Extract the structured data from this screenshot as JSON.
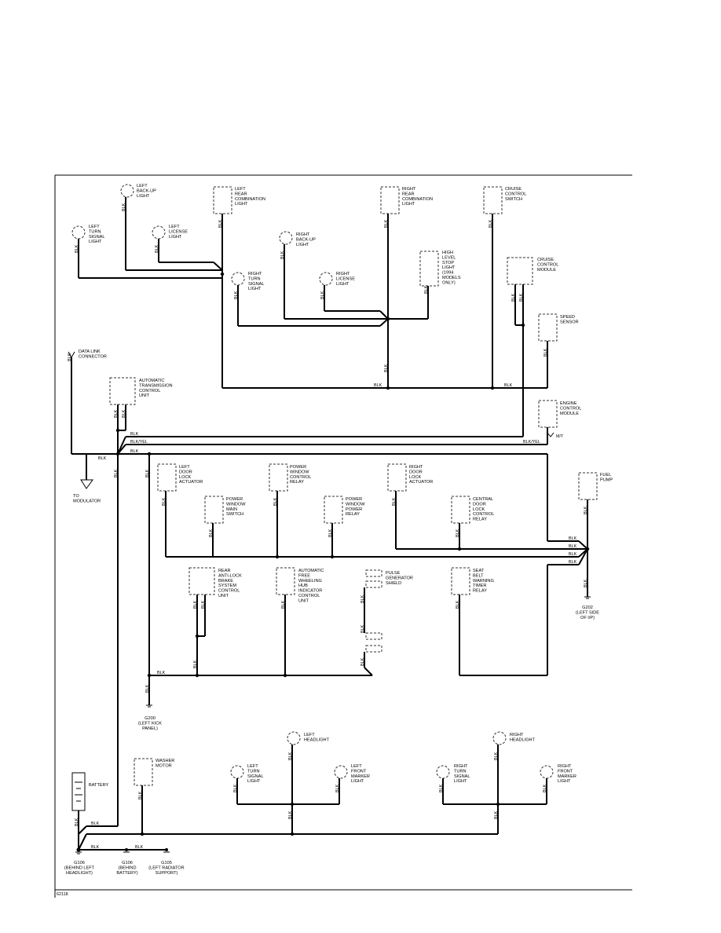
{
  "diagram_id": "62118",
  "components": {
    "left_backup_light": [
      "LEFT",
      "BACK-UP",
      "LIGHT"
    ],
    "left_rear_combination_light": [
      "LEFT",
      "REAR",
      "COMBINATION",
      "LIGHT"
    ],
    "right_rear_combination_light": [
      "RIGHT",
      "REAR",
      "COMBINATION",
      "LIGHT"
    ],
    "cruise_control_switch": [
      "CRUISE",
      "CONTROL",
      "SWITCH"
    ],
    "left_turn_signal_light_rear": [
      "LEFT",
      "TURN",
      "SIGNAL",
      "LIGHT"
    ],
    "left_license_light": [
      "LEFT",
      "LICENSE",
      "LIGHT"
    ],
    "right_backup_light": [
      "RIGHT",
      "BACK-UP",
      "LIGHT"
    ],
    "high_level_stop_light": [
      "HIGH",
      "LEVEL",
      "STOP",
      "LIGHT",
      "(1994",
      "MODELS",
      "ONLY)"
    ],
    "cruise_control_module": [
      "CRUISE",
      "CONTROL",
      "MODULE"
    ],
    "right_turn_signal_light_rear": [
      "RIGHT",
      "TURN",
      "SIGNAL",
      "LIGHT"
    ],
    "right_license_light": [
      "RIGHT",
      "LICENSE",
      "LIGHT"
    ],
    "speed_sensor": [
      "SPEED",
      "SENSOR"
    ],
    "data_link_connector": [
      "DATA LINK",
      "CONNECTOR"
    ],
    "automatic_transmission_control_unit": [
      "AUTOMATIC",
      "TRANSMISSION",
      "CONTROL",
      "UNIT"
    ],
    "engine_control_module": [
      "ENGINE",
      "CONTROL",
      "MODULE"
    ],
    "to_modulator": [
      "TO",
      "MODULATOR"
    ],
    "left_door_lock_actuator": [
      "LEFT",
      "DOOR",
      "LOCK",
      "ACTUATOR"
    ],
    "power_window_control_relay": [
      "POWER",
      "WINDOW",
      "CONTROL",
      "RELAY"
    ],
    "right_door_lock_actuator": [
      "RIGHT",
      "DOOR",
      "LOCK",
      "ACTUATOR"
    ],
    "fuel_pump": [
      "FUEL",
      "PUMP"
    ],
    "power_window_main_switch": [
      "POWER",
      "WINDOW",
      "MAIN",
      "SWITCH"
    ],
    "power_window_power_relay": [
      "POWER",
      "WINDOW",
      "POWER",
      "RELAY"
    ],
    "central_door_lock_control_relay": [
      "CENTRAL",
      "DOOR",
      "LOCK",
      "CONTROL",
      "RELAY"
    ],
    "rear_abs_control_unit": [
      "REAR",
      "ANTI-LOCK",
      "BRAKE",
      "SYSTEM",
      "CONTROL",
      "UNIT"
    ],
    "free_wheeling_hub_unit": [
      "AUTOMATIC",
      "FREE",
      "WHEELING",
      "HUB",
      "INDICATOR",
      "CONTROL",
      "UNIT"
    ],
    "pulse_generator_shield": [
      "PULSE",
      "GENERATOR",
      "SHIELD"
    ],
    "seat_belt_warning_timer_relay": [
      "SEAT",
      "BELT",
      "WARNING",
      "TIMER",
      "RELAY"
    ],
    "washer_motor": [
      "WASHER",
      "MOTOR"
    ],
    "battery": [
      "BATTERY"
    ],
    "left_headlight": [
      "LEFT",
      "HEADLIGHT"
    ],
    "right_headlight": [
      "RIGHT",
      "HEADLIGHT"
    ],
    "left_front_turn_signal_light": [
      "LEFT",
      "TURN",
      "SIGNAL",
      "LIGHT"
    ],
    "left_front_marker_light": [
      "LEFT",
      "FRONT",
      "MARKER",
      "LIGHT"
    ],
    "right_front_turn_signal_light": [
      "RIGHT",
      "TURN",
      "SIGNAL",
      "LIGHT"
    ],
    "right_front_marker_light": [
      "RIGHT",
      "FRONT",
      "MARKER",
      "LIGHT"
    ]
  },
  "grounds": {
    "g202": [
      "G202",
      "(LEFT SIDE",
      "OF I/P)"
    ],
    "g200": [
      "G200",
      "(LEFT KICK",
      "PANEL)"
    ],
    "g106_headlight": [
      "G106",
      "(BEHIND LEFT",
      "HEADLIGHT)"
    ],
    "g106_battery": [
      "G106",
      "(BEHIND",
      "BATTERY)"
    ],
    "g105": [
      "G105",
      "(LEFT RADIATOR",
      "SUPPORT)"
    ]
  },
  "wire_colors": {
    "blk": "BLK",
    "blk_yel": "BLK/YEL",
    "mt": "M/T"
  },
  "colors": {
    "line": "#000000",
    "background": "#ffffff"
  }
}
